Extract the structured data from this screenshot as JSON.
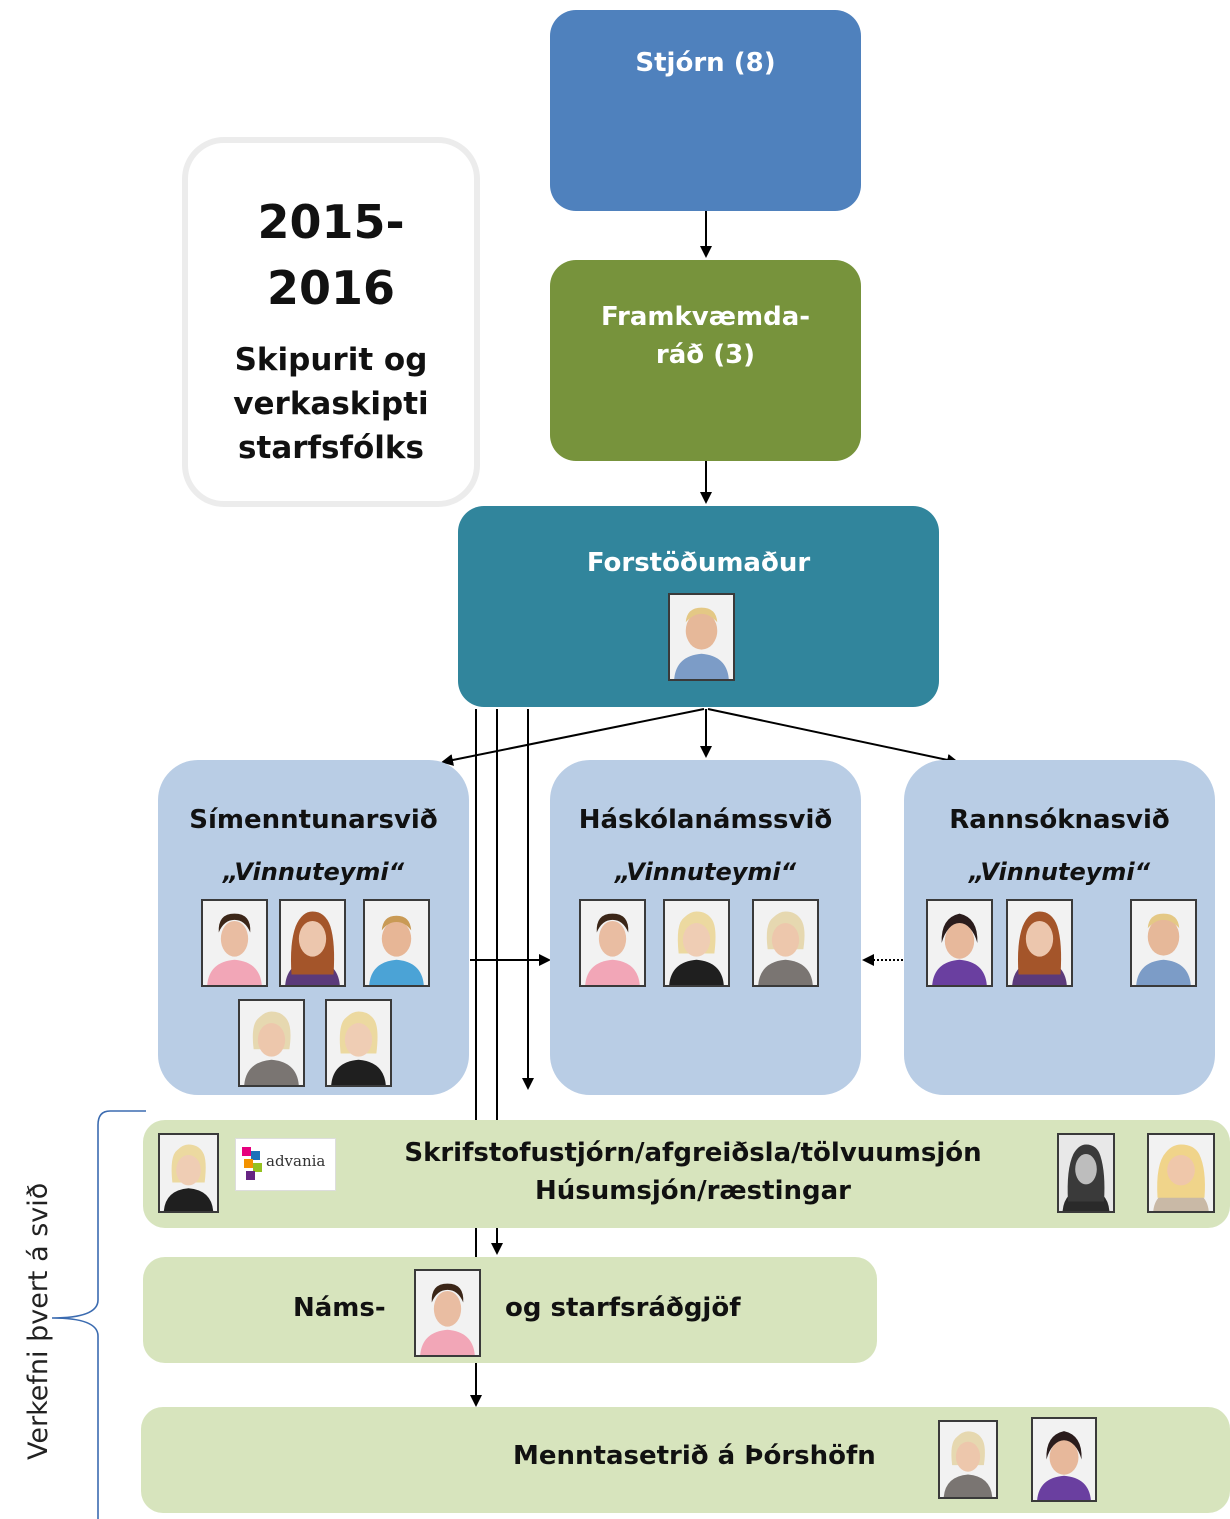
{
  "title_box": {
    "year_line1": "2015-",
    "year_line2": "2016",
    "subtitle_lines": [
      "Skipurit og",
      "verkaskipti",
      "starfsfólks"
    ]
  },
  "nodes": {
    "board": "Stjórn (8)",
    "executive_lines": [
      "Framkvæmda-",
      "ráð (3)"
    ],
    "director": "Forstöðumaður"
  },
  "departments": [
    {
      "title": "Símenntunarsvið",
      "subtitle": "„Vinnuteymi“"
    },
    {
      "title": "Háskólanámssvið",
      "subtitle": "„Vinnuteymi“"
    },
    {
      "title": "Rannsóknasvið",
      "subtitle": "„Vinnuteymi“"
    }
  ],
  "services": {
    "office_line1": "Skrifstofustjórn/afgreiðsla/tölvuumsjón",
    "office_line2": "Húsumsjón/ræstingar",
    "counseling_left": "Náms-",
    "counseling_right": "og starfsráðgjöf",
    "thorshofn": "Menntasetrið á Þórshöfn"
  },
  "logo": {
    "text": "advania",
    "colors": [
      "#e6007e",
      "#1d71b8",
      "#f39200",
      "#95c11f",
      "#662483"
    ]
  },
  "side_label": "Verkefni þvert á svið",
  "colors": {
    "board": "#4f81bd",
    "executive": "#77933c",
    "director": "#31859c",
    "department": "#b9cde5",
    "service": "#d7e4bd"
  }
}
